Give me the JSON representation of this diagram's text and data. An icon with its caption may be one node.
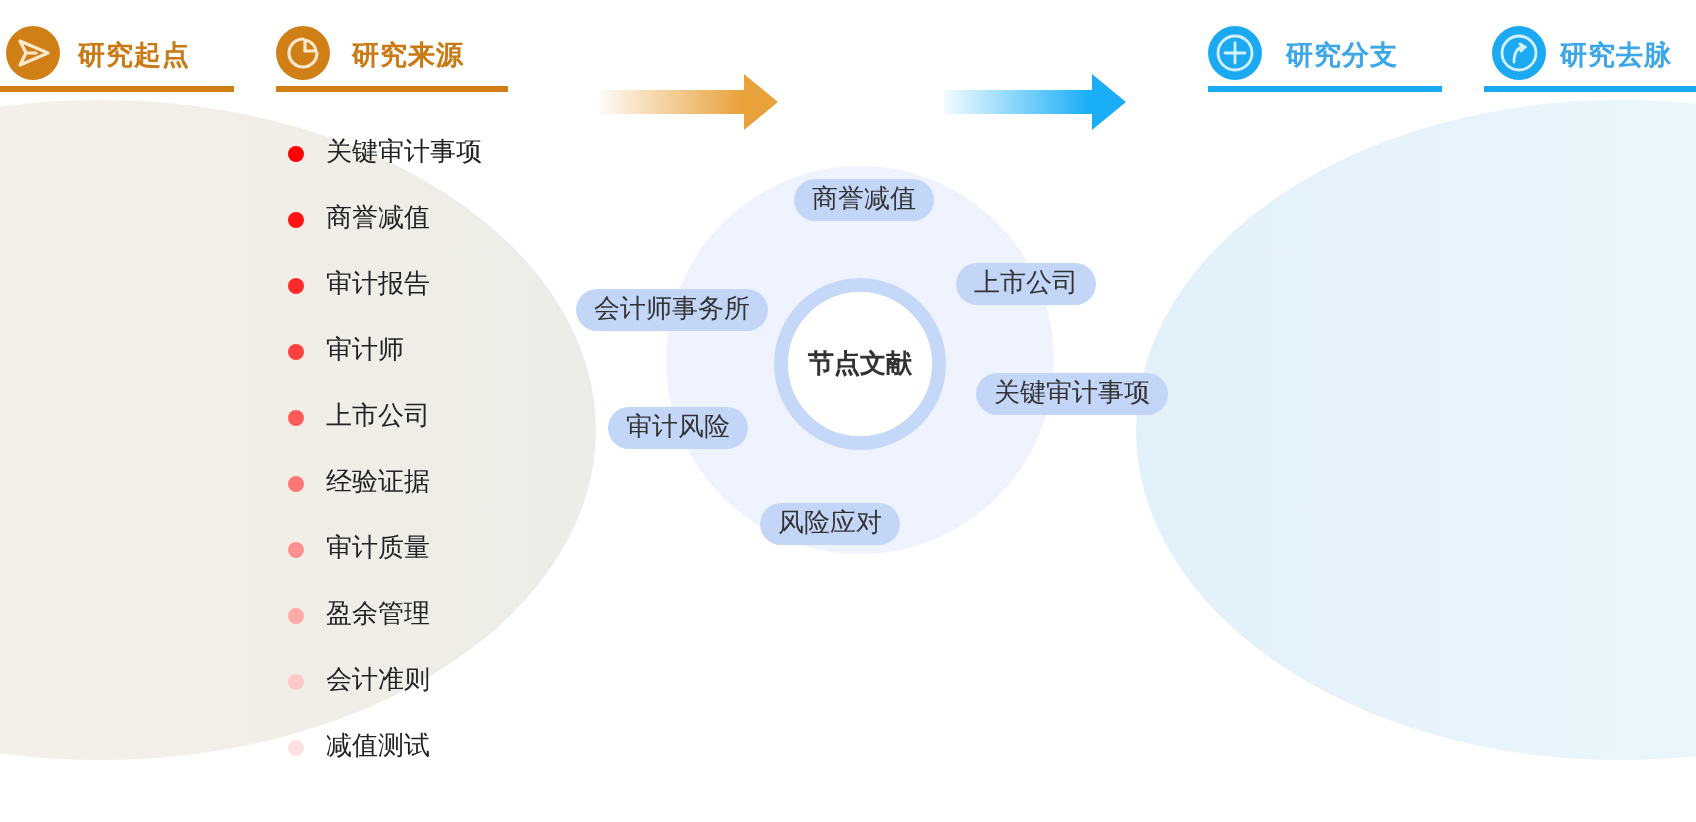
{
  "diagram": {
    "nodes": [
      {
        "text": [
          "商誉减值"
        ]
      },
      {
        "text": [
          "上市公司"
        ]
      },
      {
        "text": [
          "会计师事务所"
        ]
      },
      {
        "text": [
          "节点文献"
        ]
      },
      {
        "text": [
          "关键审计事项"
        ]
      },
      {
        "text": [
          "审计风险"
        ]
      },
      {
        "text": [
          "风险应对"
        ]
      }
    ],
    "labels": [
      "研究起点",
      "研究来源",
      "研究分支",
      "研究去脉",
      "关键审计事项",
      "商誉减值",
      "审计报告",
      "审计师",
      "上市公司",
      "经验证据",
      "审计质量",
      "盈余管理",
      "会计准则",
      "减值测试"
    ]
  }
}
